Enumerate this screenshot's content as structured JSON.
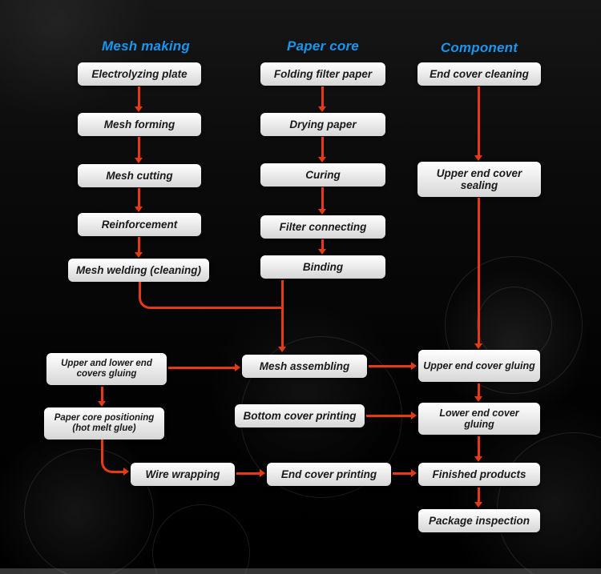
{
  "colors": {
    "header_blue": "#1796f0",
    "arrow_red": "#e63a14",
    "box_text": "#1a1a1a"
  },
  "columns": [
    {
      "title": "Mesh making",
      "boxes": [
        "Electrolyzing plate",
        "Mesh forming",
        "Mesh cutting",
        "Reinforcement",
        "Mesh welding (cleaning)"
      ]
    },
    {
      "title": "Paper core",
      "boxes": [
        "Folding filter paper",
        "Drying paper",
        "Curing",
        "Filter connecting",
        "Binding"
      ]
    },
    {
      "title": "Component",
      "boxes": [
        "End cover cleaning",
        "Upper end cover sealing"
      ]
    }
  ],
  "assembly": {
    "upper_lower_covers_gluing": "Upper and lower end covers gluing",
    "mesh_assembling": "Mesh assembling",
    "upper_end_cover_gluing": "Upper end cover gluing",
    "paper_core_positioning": "Paper core positioning (hot melt glue)",
    "bottom_cover_printing": "Bottom cover printing",
    "lower_end_cover_gluing": "Lower end cover gluing",
    "wire_wrapping": "Wire wrapping",
    "end_cover_printing": "End cover printing",
    "finished_products": "Finished products",
    "package_inspection": "Package inspection"
  }
}
